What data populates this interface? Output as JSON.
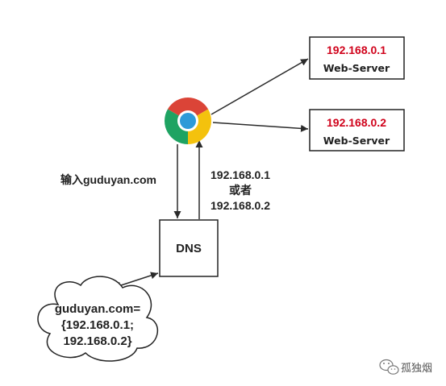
{
  "browser": {
    "icon": "chrome-icon"
  },
  "servers": [
    {
      "ip": "192.168.0.1",
      "label": "Web-Server"
    },
    {
      "ip": "192.168.0.2",
      "label": "Web-Server"
    }
  ],
  "labels": {
    "request": "输入guduyan.com",
    "response": [
      "192.168.0.1",
      "或者",
      "192.168.0.2"
    ]
  },
  "dns": {
    "label": "DNS"
  },
  "cloud": {
    "lines": [
      "guduyan.com=",
      "{192.168.0.1;",
      "192.168.0.2}"
    ]
  },
  "watermark": {
    "icon": "wechat-icon",
    "text": "孤独烟"
  },
  "colors": {
    "ip_text": "#d0021b",
    "chrome_red": "#db4437",
    "chrome_yellow": "#f4c20d",
    "chrome_green": "#1ea362",
    "chrome_blue": "#2d9ad8",
    "line": "#2b2b2b"
  }
}
